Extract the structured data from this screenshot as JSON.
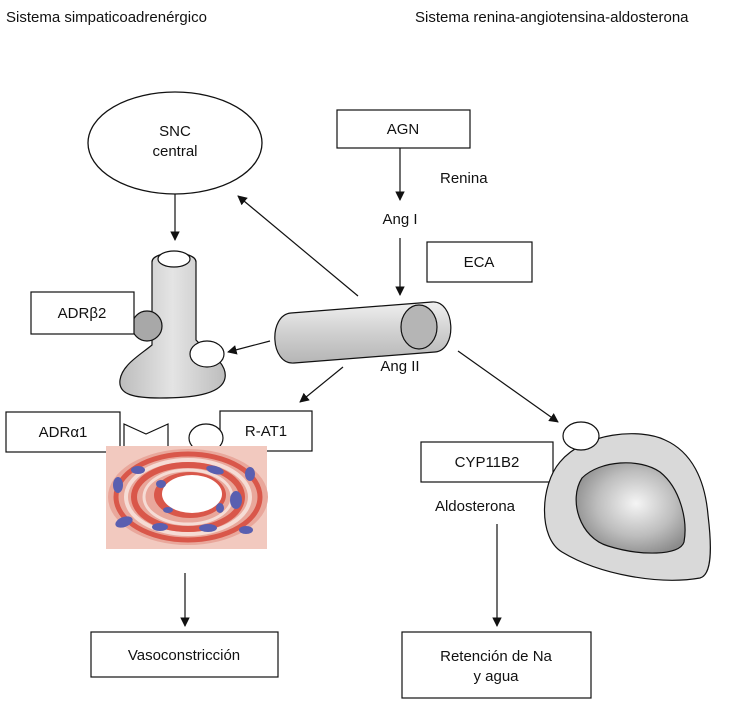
{
  "headers": {
    "left": "Sistema simpaticoadrenérgico",
    "right": "Sistema renina-angiotensina-aldosterona"
  },
  "nodes": {
    "snc_line1": "SNC",
    "snc_line2": "central",
    "agn": "AGN",
    "renina": "Renina",
    "ang1": "Ang I",
    "eca": "ECA",
    "adrb2": "ADRβ2",
    "ang2": "Ang II",
    "adra1": "ADRα1",
    "rat1": "R-AT1",
    "cyp": "CYP11B2",
    "aldosterona": "Aldosterona",
    "vaso": "Vasoconstricción",
    "retencion_line1": "Retención de Na",
    "retencion_line2": "y agua"
  },
  "colors": {
    "gray_fill": "#d9d9d9",
    "dark_gray": "#9a9a9a",
    "vessel_pink": "#f2c9bf",
    "vessel_red": "#d9574a",
    "vessel_blue": "#5a5fb0"
  }
}
